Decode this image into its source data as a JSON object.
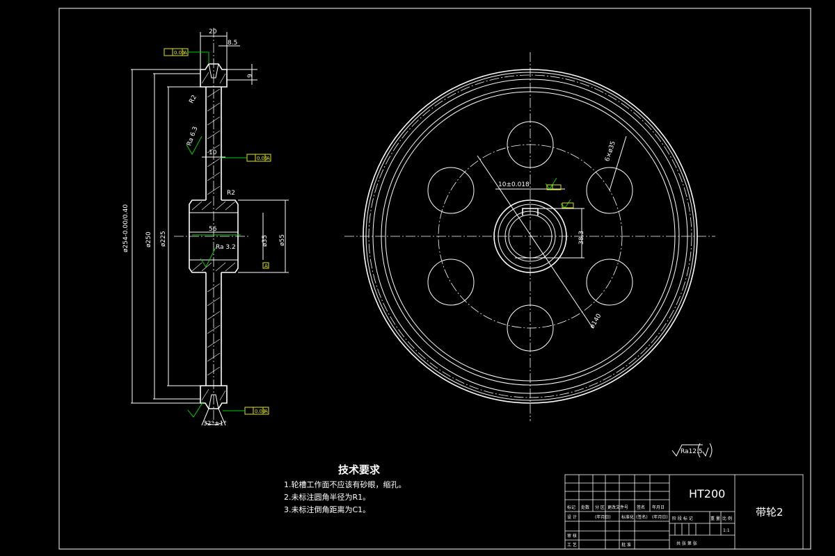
{
  "dimensions": {
    "rim_width": "20",
    "groove_offset": "8.5",
    "groove_depth": "9",
    "web_thickness": "10",
    "groove_angle": "32°±1°",
    "dia_254": "ø254-0.00/0.40",
    "dia_250": "ø250",
    "dia_225": "ø225",
    "hub_length": "56",
    "bore_dia": "ø35",
    "hub_dia": "ø55",
    "corner_radius": "R2",
    "roughness_web": "Ra 6.3",
    "roughness_bore": "Ra 3.2",
    "keyway_width": "10±0.018",
    "keyway_depth": "38.3",
    "hole_pattern": "6×ø35",
    "pcd": "ø140",
    "tol_perp": "0.05",
    "tol_runout": "0.03",
    "datum": "A"
  },
  "roughness_note": "Ra12.5",
  "tech_req": {
    "title": "技术要求",
    "items": [
      "1.轮槽工作面不应该有砂眼，缩孔。",
      "2.未标注圆角半径为R1。",
      "3.未标注倒角距离为C1。"
    ]
  },
  "title_block": {
    "material": "HT200",
    "part_name": "带轮2",
    "scale": "1:1",
    "labels": {
      "mark": "标记",
      "count": "处数",
      "zone": "分 区",
      "change_doc": "更改文件号",
      "sign": "签名",
      "date": "年月日",
      "design": "设 计",
      "std": "标准化",
      "check": "审 核",
      "craft": "工 艺",
      "approve": "批 准",
      "stage": "阶 段 标 记",
      "weight": "重 量",
      "ratio": "比 例",
      "sheet": "共   张   第   张",
      "ymd": "(年月日)",
      "sig": "(签名)"
    }
  }
}
